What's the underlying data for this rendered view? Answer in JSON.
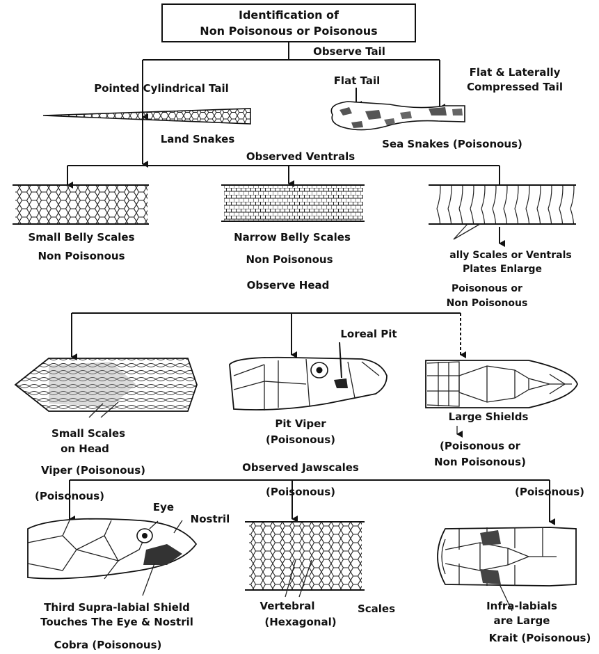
{
  "title": {
    "line1": "Identification of",
    "line2": "Non Poisonous or Poisonous"
  },
  "steps": {
    "tail": "Observe Tail",
    "ventrals": "Observed Ventrals",
    "head": "Observe Head",
    "jaw": "Observed Jawscales"
  },
  "tail": {
    "pointed": "Pointed Cylindrical Tail",
    "land": "Land Snakes",
    "flat": "Flat Tail",
    "flat_lat_1": "Flat & Laterally",
    "flat_lat_2": "Compressed Tail",
    "sea": "Sea Snakes (Poisonous)"
  },
  "ventrals": {
    "small_1": "Small Belly Scales",
    "small_2": "Non Poisonous",
    "narrow_1": "Narrow Belly Scales",
    "narrow_2": "Non Poisonous",
    "enlarged_1": "ally Scales or Ventrals",
    "enlarged_2": "Plates Enlarge",
    "enlarged_3": "Poisonous or",
    "enlarged_4": "Non Poisonous"
  },
  "head": {
    "small_scales_1": "Small Scales",
    "small_scales_2": "on Head",
    "viper": "Viper (Poisonous)",
    "loreal": "Loreal Pit",
    "pit_1": "Pit Viper",
    "pit_2": "(Poisonous)",
    "large": "Large Shields",
    "large_1": "(Poisonous or",
    "large_2": "Non Poisonous)"
  },
  "jaw": {
    "cobra_top": "(Poisonous)",
    "eye": "Eye",
    "nostril": "Nostril",
    "cobra_1": "Third Supra-labial Shield",
    "cobra_2": "Touches The Eye & Nostril",
    "cobra": "Cobra (Poisonous)",
    "mid_top": "(Poisonous)",
    "vert_1": "Vertebral",
    "vert_scales": "Scales",
    "vert_2": "(Hexagonal)",
    "krait_top": "(Poisonous)",
    "krait_1": "Infra-labials",
    "krait_2": "are Large",
    "krait": "Krait (Poisonous)"
  }
}
